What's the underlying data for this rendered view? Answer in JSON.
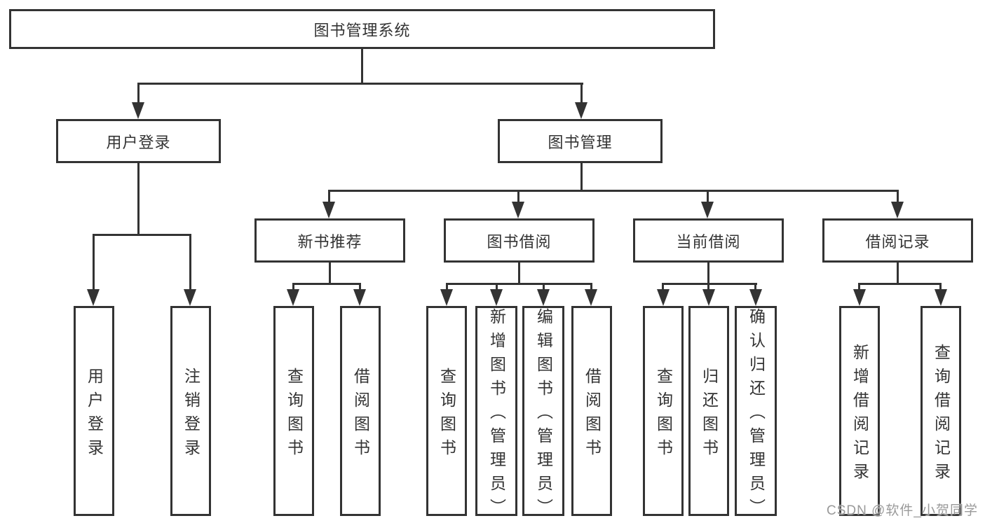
{
  "diagram_title": "图书管理系统",
  "watermark": "CSDN @软件_小贺同学",
  "colors": {
    "line": "#333333",
    "text": "#333333",
    "box_background": "#ffffff",
    "watermark": "#9a9a9a"
  },
  "nodes": {
    "root": {
      "label": "图书管理系统"
    },
    "user_login": {
      "label": "用户登录"
    },
    "book_management": {
      "label": "图书管理"
    },
    "new_book_recommend": {
      "label": "新书推荐"
    },
    "book_borrow": {
      "label": "图书借阅"
    },
    "current_borrow": {
      "label": "当前借阅"
    },
    "borrow_records": {
      "label": "借阅记录"
    },
    "login_user_login": {
      "label": "用户登录"
    },
    "login_logout": {
      "label": "注销登录"
    },
    "nb_query_books": {
      "label": "查询图书"
    },
    "nb_borrow_books": {
      "label": "借阅图书"
    },
    "bb_query_books": {
      "label": "查询图书"
    },
    "bb_add_books": {
      "label": "新增图书（管理员）"
    },
    "bb_edit_books": {
      "label": "编辑图书（管理员）"
    },
    "bb_borrow_books": {
      "label": "借阅图书"
    },
    "cb_query_books": {
      "label": "查询图书"
    },
    "cb_return_books": {
      "label": "归还图书"
    },
    "cb_confirm_return": {
      "label": "确认归还（管理员）"
    },
    "br_add_record": {
      "label": "新增借阅记录"
    },
    "br_query_record": {
      "label": "查询借阅记录"
    }
  }
}
